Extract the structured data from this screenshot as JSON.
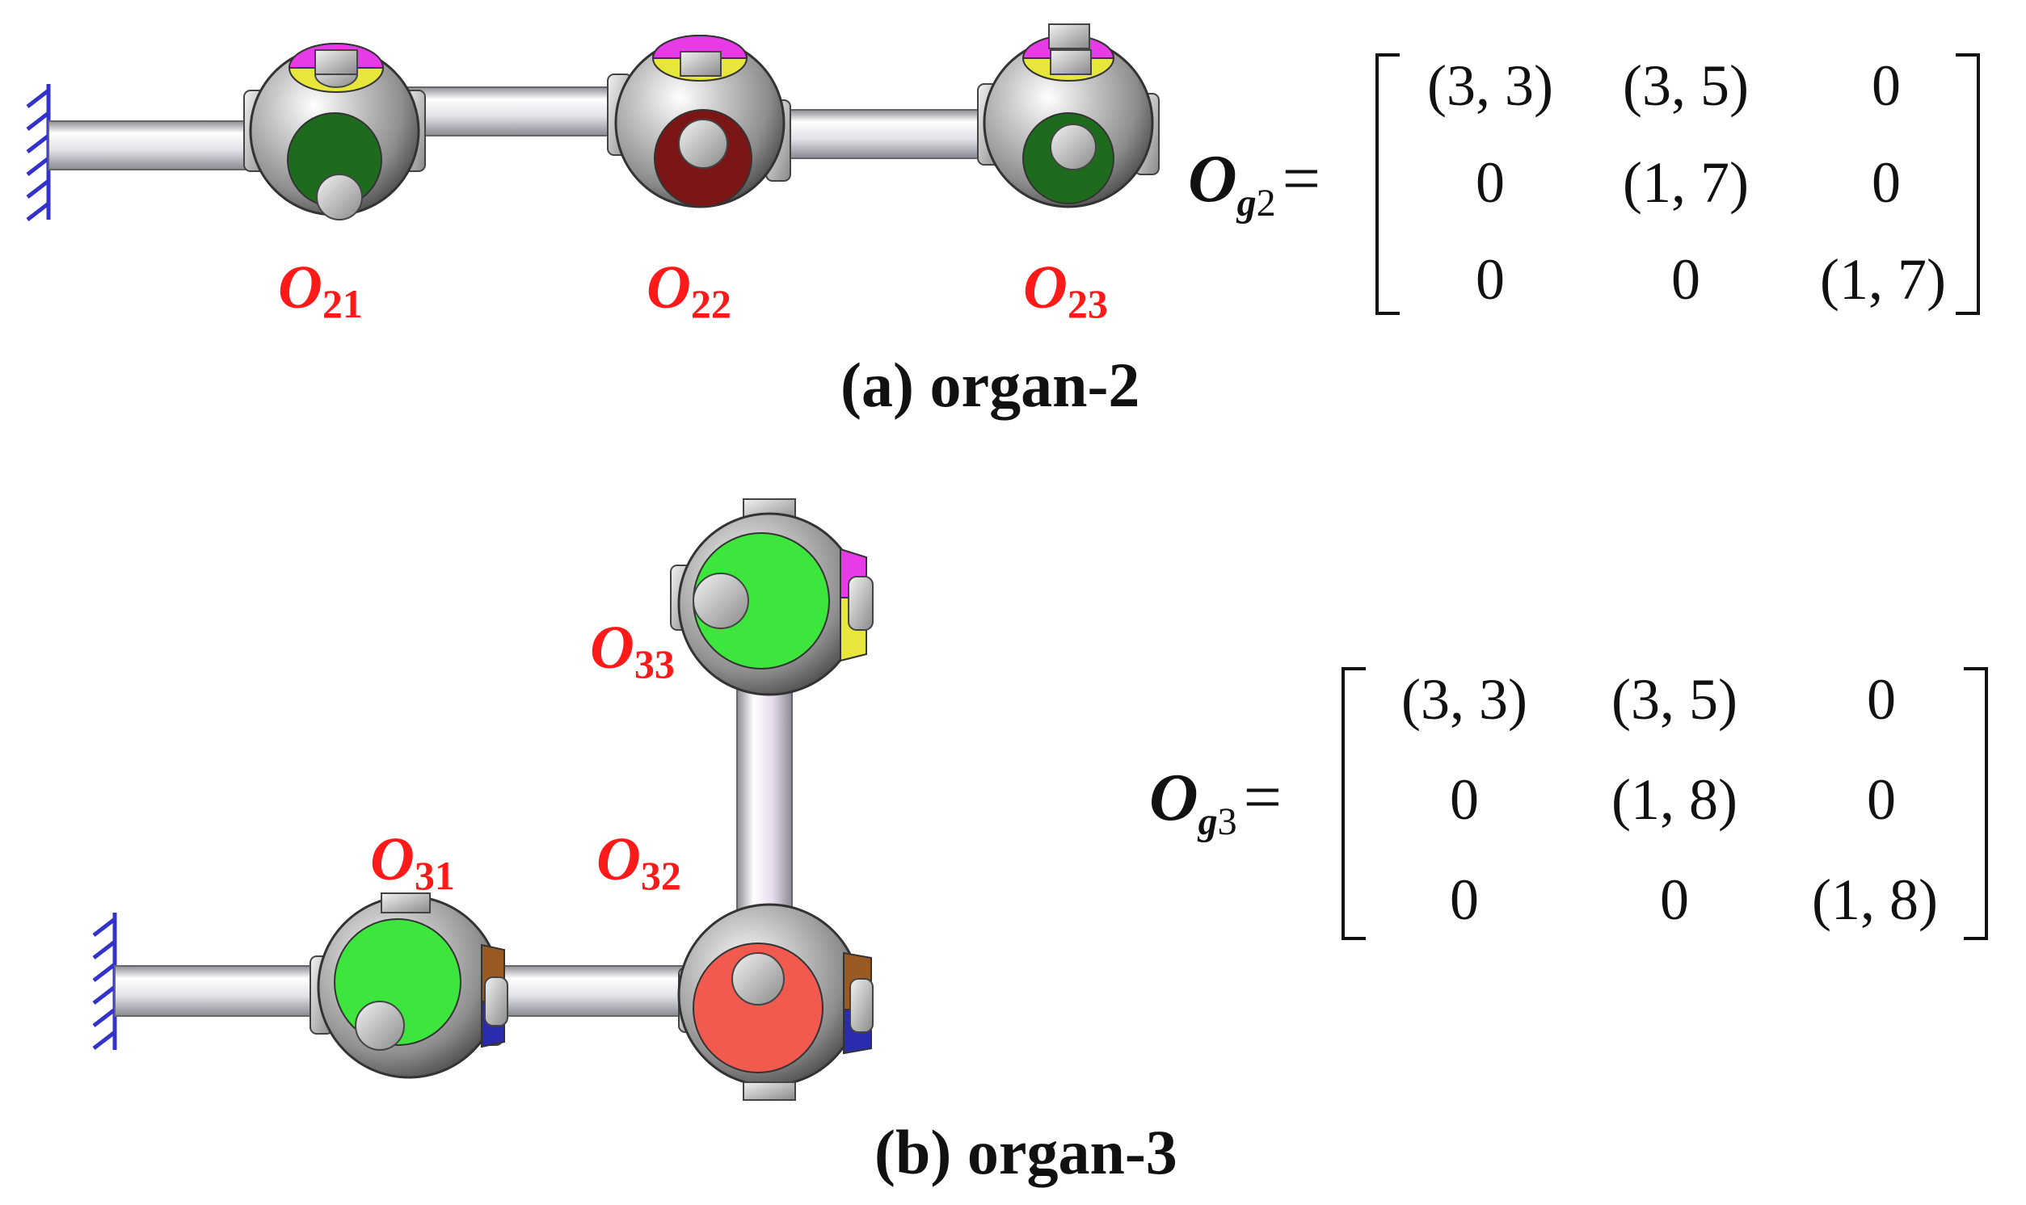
{
  "captions": {
    "a": "(a) organ-2",
    "b": "(b) organ-3"
  },
  "organ2": {
    "nodes": [
      {
        "main": "O",
        "sub": "21",
        "face_color": "#1e6b1e"
      },
      {
        "main": "O",
        "sub": "22",
        "face_color": "#7a1616"
      },
      {
        "main": "O",
        "sub": "23",
        "face_color": "#1e6b1e"
      }
    ],
    "matrix": {
      "symbol": "O",
      "sub_letter": "g",
      "sub_number": "2",
      "equals": "=",
      "rows": [
        [
          "(3, 3)",
          "(3, 5)",
          "0"
        ],
        [
          "0",
          "(1, 7)",
          "0"
        ],
        [
          "0",
          "0",
          "(1, 7)"
        ]
      ]
    }
  },
  "organ3": {
    "nodes": [
      {
        "main": "O",
        "sub": "31",
        "face_color": "#3ce63c"
      },
      {
        "main": "O",
        "sub": "32",
        "face_color": "#f25a50"
      },
      {
        "main": "O",
        "sub": "33",
        "face_color": "#3ce63c"
      }
    ],
    "matrix": {
      "symbol": "O",
      "sub_letter": "g",
      "sub_number": "3",
      "equals": "=",
      "rows": [
        [
          "(3, 3)",
          "(3, 5)",
          "0"
        ],
        [
          "0",
          "(1, 8)",
          "0"
        ],
        [
          "0",
          "0",
          "(1, 8)"
        ]
      ]
    }
  },
  "colors": {
    "label": "#ff1a1a",
    "ground": "#3333cc",
    "sphere": "#a7a7a7",
    "rod": "#e6e6ec",
    "patch_magenta": "#e63be6",
    "patch_yellow": "#e6e63b",
    "patch_blue": "#2b2bb0",
    "patch_brown": "#9a5a22"
  }
}
